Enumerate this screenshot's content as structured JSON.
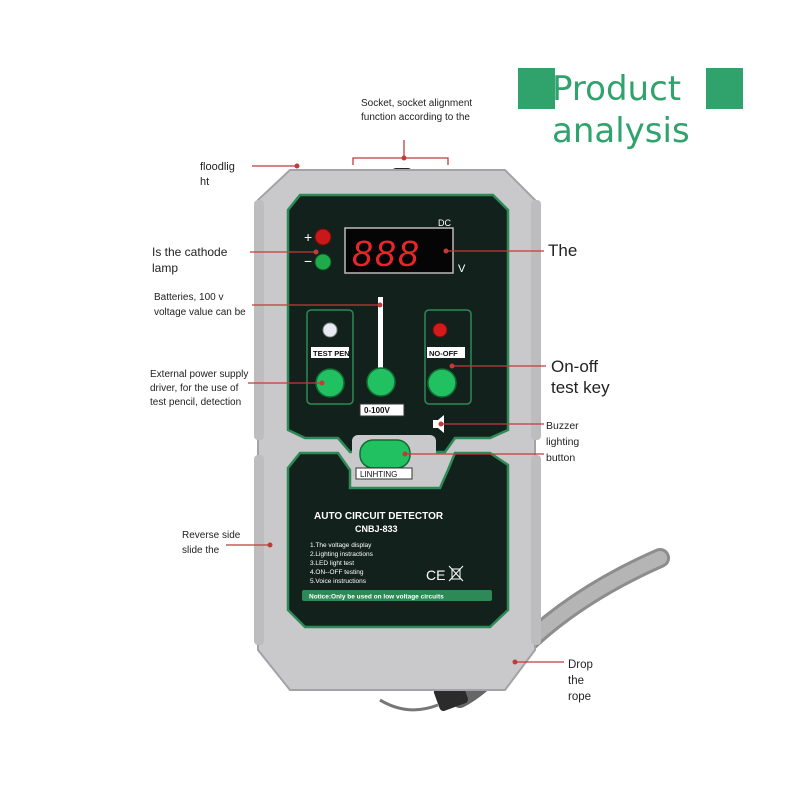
{
  "header": {
    "title_line1": "Product",
    "title_line2": "analysis",
    "accent_color": "#2fa36b"
  },
  "device": {
    "display": {
      "unit_top": "DC",
      "digits": "888",
      "unit": "V"
    },
    "indicators": {
      "plus": "+",
      "minus": "−"
    },
    "buttons": {
      "test_pen": "TEST PEN",
      "no_off": "NO-OFF",
      "range": "0-100V",
      "lighting": "LINHTING"
    },
    "panel": {
      "title": "AUTO CIRCUIT DETECTOR",
      "model": "CNBJ-833",
      "features": [
        "1.The voltage display",
        "2.Lighting instractions",
        "3.LED light test",
        "4.ON--OFF testing",
        "5.Voice instructions"
      ],
      "ce_mark": "CE",
      "notice": "Notice:Only be used on low voltage circuits"
    },
    "colors": {
      "case": "#c9c9cb",
      "panel": "#12211c",
      "trim": "#2d8a56",
      "button": "#21c060"
    }
  },
  "callouts": {
    "socket": "Socket, socket alignment\nfunction according to the",
    "floodlight": "floodlig\nht",
    "cathode": "Is the cathode\nlamp",
    "batteries": "Batteries, 100 v\nvoltage value can be",
    "external": "External power supply\ndriver, for the use of\ntest pencil, detection",
    "reverse": "Reverse side\nslide the",
    "the": "The",
    "onoff": "On-off\ntest key",
    "buzzer": "Buzzer\nlighting\nbutton",
    "drop": "Drop\nthe\nrope"
  }
}
